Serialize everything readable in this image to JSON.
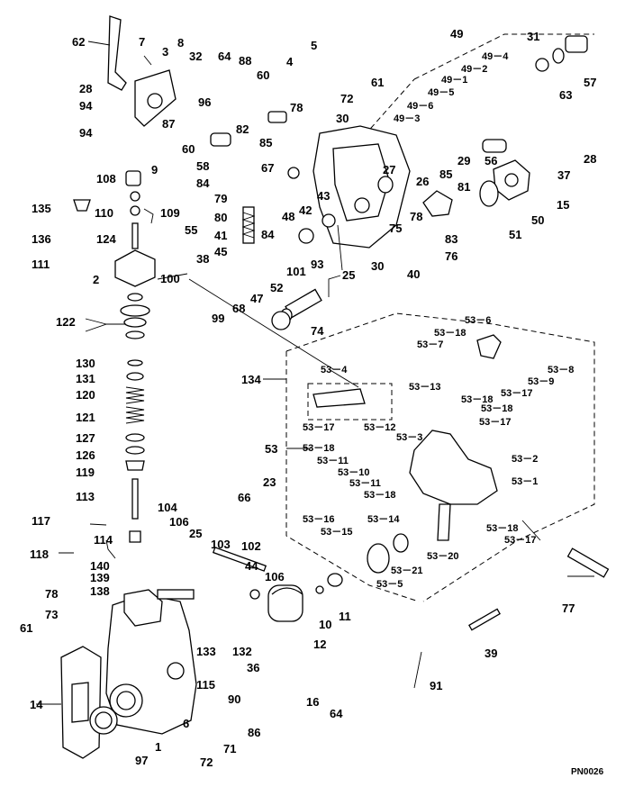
{
  "drawing_code": "PN0026",
  "callouts": {
    "p1": "1",
    "p2": "2",
    "p3": "3",
    "p4": "4",
    "p5": "5",
    "p6": "6",
    "p7": "7",
    "p8": "8",
    "p9": "9",
    "p10": "10",
    "p11": "11",
    "p12": "12",
    "p14": "14",
    "p15": "15",
    "p16": "16",
    "p23": "23",
    "p25a": "25",
    "p25b": "25",
    "p26": "26",
    "p27": "27",
    "p28a": "28",
    "p28b": "28",
    "p29": "29",
    "p30a": "30",
    "p30b": "30",
    "p31": "31",
    "p32": "32",
    "p36": "36",
    "p37": "37",
    "p38": "38",
    "p39": "39",
    "p40": "40",
    "p41": "41",
    "p42": "42",
    "p43": "43",
    "p44": "44",
    "p45": "45",
    "p47": "47",
    "p48": "48",
    "p49": "49",
    "p49_1": "49－1",
    "p49_2": "49－2",
    "p49_3": "49－3",
    "p49_4": "49－4",
    "p49_5": "49－5",
    "p49_6": "49－6",
    "p50": "50",
    "p51": "51",
    "p52": "52",
    "p53": "53",
    "p53_1": "53－1",
    "p53_2": "53－2",
    "p53_3": "53－3",
    "p53_4": "53－4",
    "p53_5": "53－5",
    "p53_6": "53－6",
    "p53_7": "53－7",
    "p53_8": "53－8",
    "p53_9": "53－9",
    "p53_10": "53－10",
    "p53_11a": "53－11",
    "p53_11b": "53－11",
    "p53_12": "53－12",
    "p53_13": "53－13",
    "p53_14": "53－14",
    "p53_15": "53－15",
    "p53_16": "53－16",
    "p53_17a": "53－17",
    "p53_17b": "53－17",
    "p53_17c": "53－17",
    "p53_17d": "53－17",
    "p53_18a": "53－18",
    "p53_18b": "53－18",
    "p53_18c": "53－18",
    "p53_18d": "53－18",
    "p53_18e": "53－18",
    "p53_18f": "53－18",
    "p53_20": "53－20",
    "p53_21": "53－21",
    "p55": "55",
    "p56": "56",
    "p57": "57",
    "p58": "58",
    "p60a": "60",
    "p60b": "60",
    "p61a": "61",
    "p61b": "61",
    "p62": "62",
    "p63": "63",
    "p64a": "64",
    "p64b": "64",
    "p66": "66",
    "p67": "67",
    "p68": "68",
    "p71": "71",
    "p72a": "72",
    "p72b": "72",
    "p73": "73",
    "p74": "74",
    "p75": "75",
    "p76": "76",
    "p77": "77",
    "p78a": "78",
    "p78b": "78",
    "p78c": "78",
    "p79": "79",
    "p80": "80",
    "p81": "81",
    "p82": "82",
    "p83": "83",
    "p84a": "84",
    "p84b": "84",
    "p85a": "85",
    "p85b": "85",
    "p86": "86",
    "p87": "87",
    "p88": "88",
    "p90": "90",
    "p91": "91",
    "p93": "93",
    "p94a": "94",
    "p94b": "94",
    "p96": "96",
    "p97": "97",
    "p99": "99",
    "p100": "100",
    "p101": "101",
    "p102": "102",
    "p103": "103",
    "p104": "104",
    "p106a": "106",
    "p106b": "106",
    "p108": "108",
    "p109": "109",
    "p110": "110",
    "p111": "111",
    "p113": "113",
    "p114": "114",
    "p115": "115",
    "p117": "117",
    "p118": "118",
    "p119": "119",
    "p120": "120",
    "p121": "121",
    "p122": "122",
    "p124": "124",
    "p126": "126",
    "p127": "127",
    "p130": "130",
    "p131": "131",
    "p132": "132",
    "p133": "133",
    "p134": "134",
    "p135": "135",
    "p136": "136",
    "p138": "138",
    "p139": "139",
    "p140": "140"
  }
}
